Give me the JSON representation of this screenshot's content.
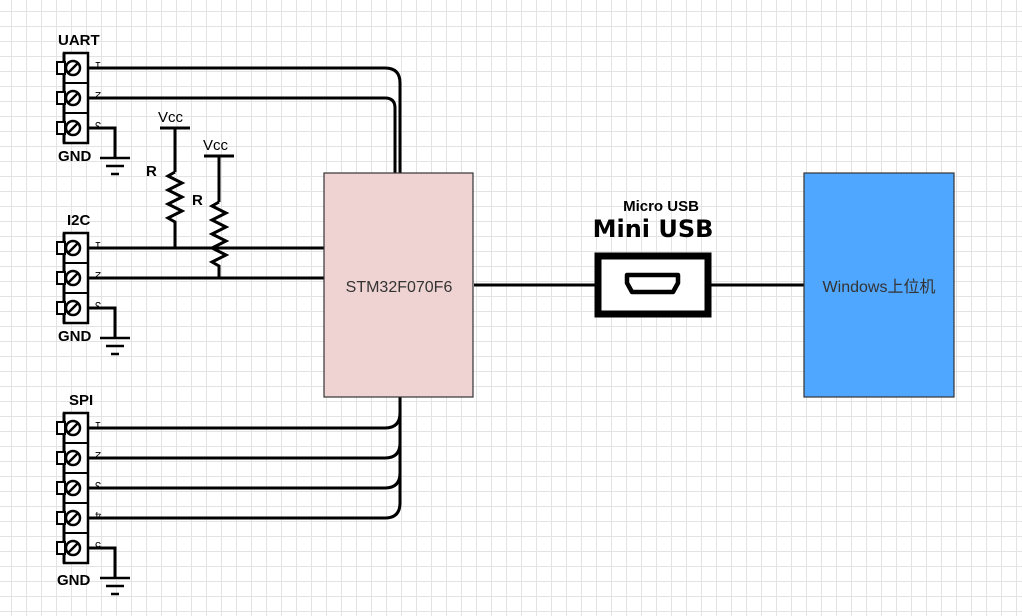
{
  "connectors": {
    "uart": {
      "label": "UART",
      "pins": [
        "1",
        "2",
        "3"
      ],
      "gnd": "GND"
    },
    "i2c": {
      "label": "I2C",
      "pins": [
        "1",
        "2",
        "3"
      ],
      "gnd": "GND"
    },
    "spi": {
      "label": "SPI",
      "pins": [
        "1",
        "2",
        "3",
        "4",
        "5"
      ],
      "gnd": "GND"
    }
  },
  "pullups": [
    {
      "vcc": "Vcc",
      "resistor": "R"
    },
    {
      "vcc": "Vcc",
      "resistor": "R"
    }
  ],
  "mcu": {
    "label": "STM32F070F6",
    "color": "#efd3d2"
  },
  "usb": {
    "label_small": "Micro USB",
    "label_big": "Mini USB"
  },
  "host": {
    "label": "Windows上位机",
    "color": "#50a7ff"
  }
}
